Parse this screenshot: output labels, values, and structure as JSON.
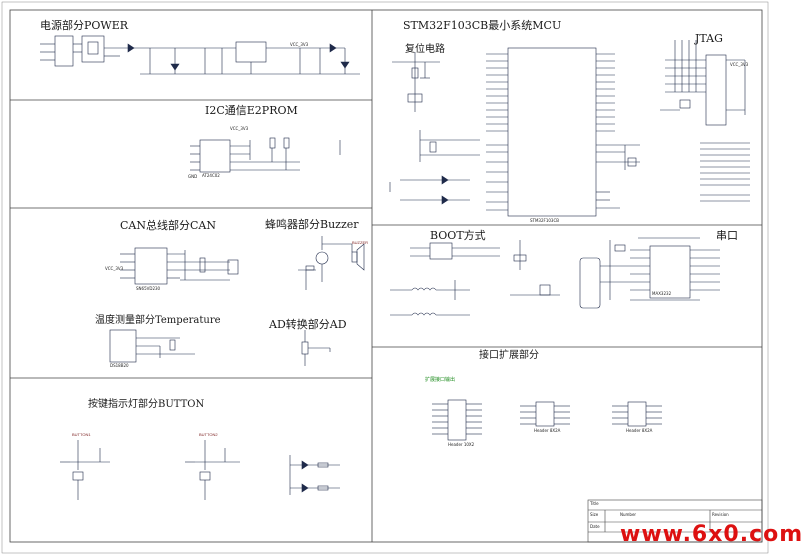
{
  "sections": {
    "power": "电源部分POWER",
    "mcu": "STM32F103CB最小系统MCU",
    "reset": "复位电路",
    "jtag": "JTAG",
    "i2c": "I2C通信E2PROM",
    "can": "CAN总线部分CAN",
    "buzzer": "蜂鸣器部分Buzzer",
    "boot": "BOOT方式",
    "uart": "串口",
    "temp": "温度测量部分Temperature",
    "ad": "AD转换部分AD",
    "expansion": "接口扩展部分",
    "button": "按键指示灯部分BUTTON"
  },
  "chips": {
    "mcu": "STM32F103CB",
    "eeprom": "AT24C02",
    "can": "SN65VD230",
    "uart": "MAX3232",
    "temp": "DS18B20"
  },
  "labels": {
    "vcc": "VCC_3V3",
    "gnd": "GND",
    "buzzer_part": "BUZZER",
    "button1": "BUTTON1",
    "button2": "BUTTON2",
    "expansion_note": "扩展接口输出",
    "header": "Header 10X2",
    "header_a": "Header 8X2A",
    "title_block_title": "Title",
    "title_block_size": "Size",
    "title_block_number": "Number",
    "title_block_revision": "Revision",
    "title_block_date": "Date"
  },
  "watermark": {
    "text": "www.6x0.com"
  },
  "colors": {
    "wire": "#1f2a4a",
    "border": "#444444",
    "label_red": "#7a1c1c",
    "net_green": "#1a8a1a",
    "watermark_red": "#dd1111"
  }
}
